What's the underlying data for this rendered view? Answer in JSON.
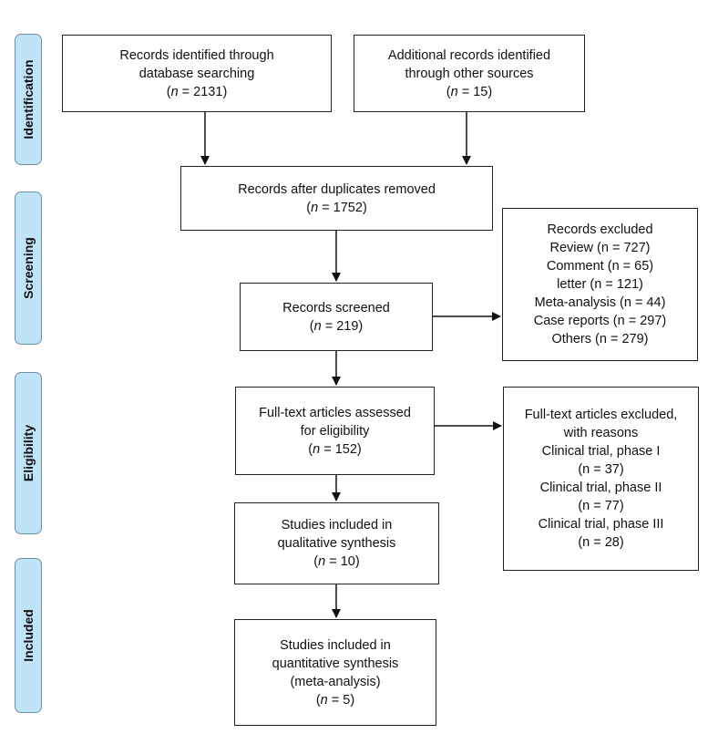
{
  "phases": {
    "identification": "Identification",
    "screening": "Screening",
    "eligibility": "Eligibility",
    "included": "Included"
  },
  "boxes": {
    "db_search": {
      "lines": [
        "Records identified through",
        "database searching"
      ],
      "n": "2131"
    },
    "other_sources": {
      "lines": [
        "Additional records identified",
        "through other sources"
      ],
      "n": "15"
    },
    "after_duplicates": {
      "lines": [
        "Records after duplicates removed"
      ],
      "n": "1752"
    },
    "screened": {
      "lines": [
        "Records screened"
      ],
      "n": "219"
    },
    "excluded": {
      "title": "Records excluded",
      "items": [
        "Review (n = 727)",
        "Comment (n = 65)",
        "letter (n = 121)",
        "Meta-analysis (n = 44)",
        "Case reports (n = 297)",
        "Others (n = 279)"
      ]
    },
    "fulltext": {
      "lines": [
        "Full-text articles assessed",
        "for eligibility"
      ],
      "n": "152"
    },
    "fulltext_excluded": {
      "lines": [
        "Full-text articles excluded,",
        "with reasons",
        "Clinical trial, phase I",
        "(n = 37)",
        "Clinical trial, phase II",
        "(n = 77)",
        "Clinical trial, phase III",
        "(n = 28)"
      ]
    },
    "qualitative": {
      "lines": [
        "Studies included in",
        "qualitative synthesis"
      ],
      "n": "10"
    },
    "quantitative": {
      "lines": [
        "Studies included in",
        "quantitative synthesis",
        "(meta-analysis)"
      ],
      "n": "5"
    }
  },
  "colors": {
    "phase_fill": "#bfe3f7",
    "phase_border": "#6d8ea3",
    "box_border": "#222222",
    "arrow": "#111111"
  }
}
